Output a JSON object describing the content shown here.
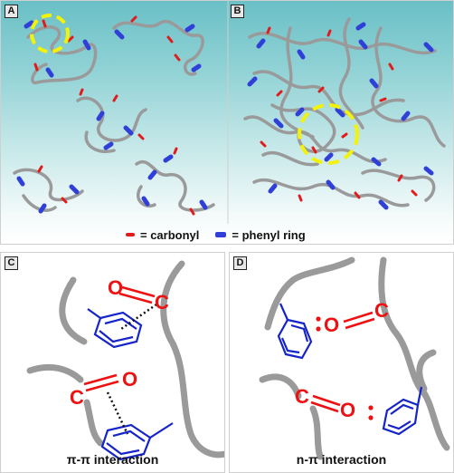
{
  "panels": {
    "a": {
      "label": "A"
    },
    "b": {
      "label": "B"
    },
    "c": {
      "label": "C",
      "caption": "π-π interaction",
      "atoms": {
        "o1": "O",
        "c1": "C",
        "o2": "O",
        "c2": "C"
      }
    },
    "d": {
      "label": "D",
      "caption": "n-π interaction",
      "atoms": {
        "o1": "O",
        "c1": "C",
        "o2": "O",
        "c2": "C"
      }
    }
  },
  "legend": {
    "carbonyl": "= carbonyl",
    "phenyl": "= phenyl ring"
  },
  "colors": {
    "chain": "#9a9a9a",
    "carbonyl": "#e11b1b",
    "phenyl": "#2f3fd8",
    "highlight": "#f2f20a",
    "atom": "#ee1111",
    "ring": "#1524c8"
  }
}
